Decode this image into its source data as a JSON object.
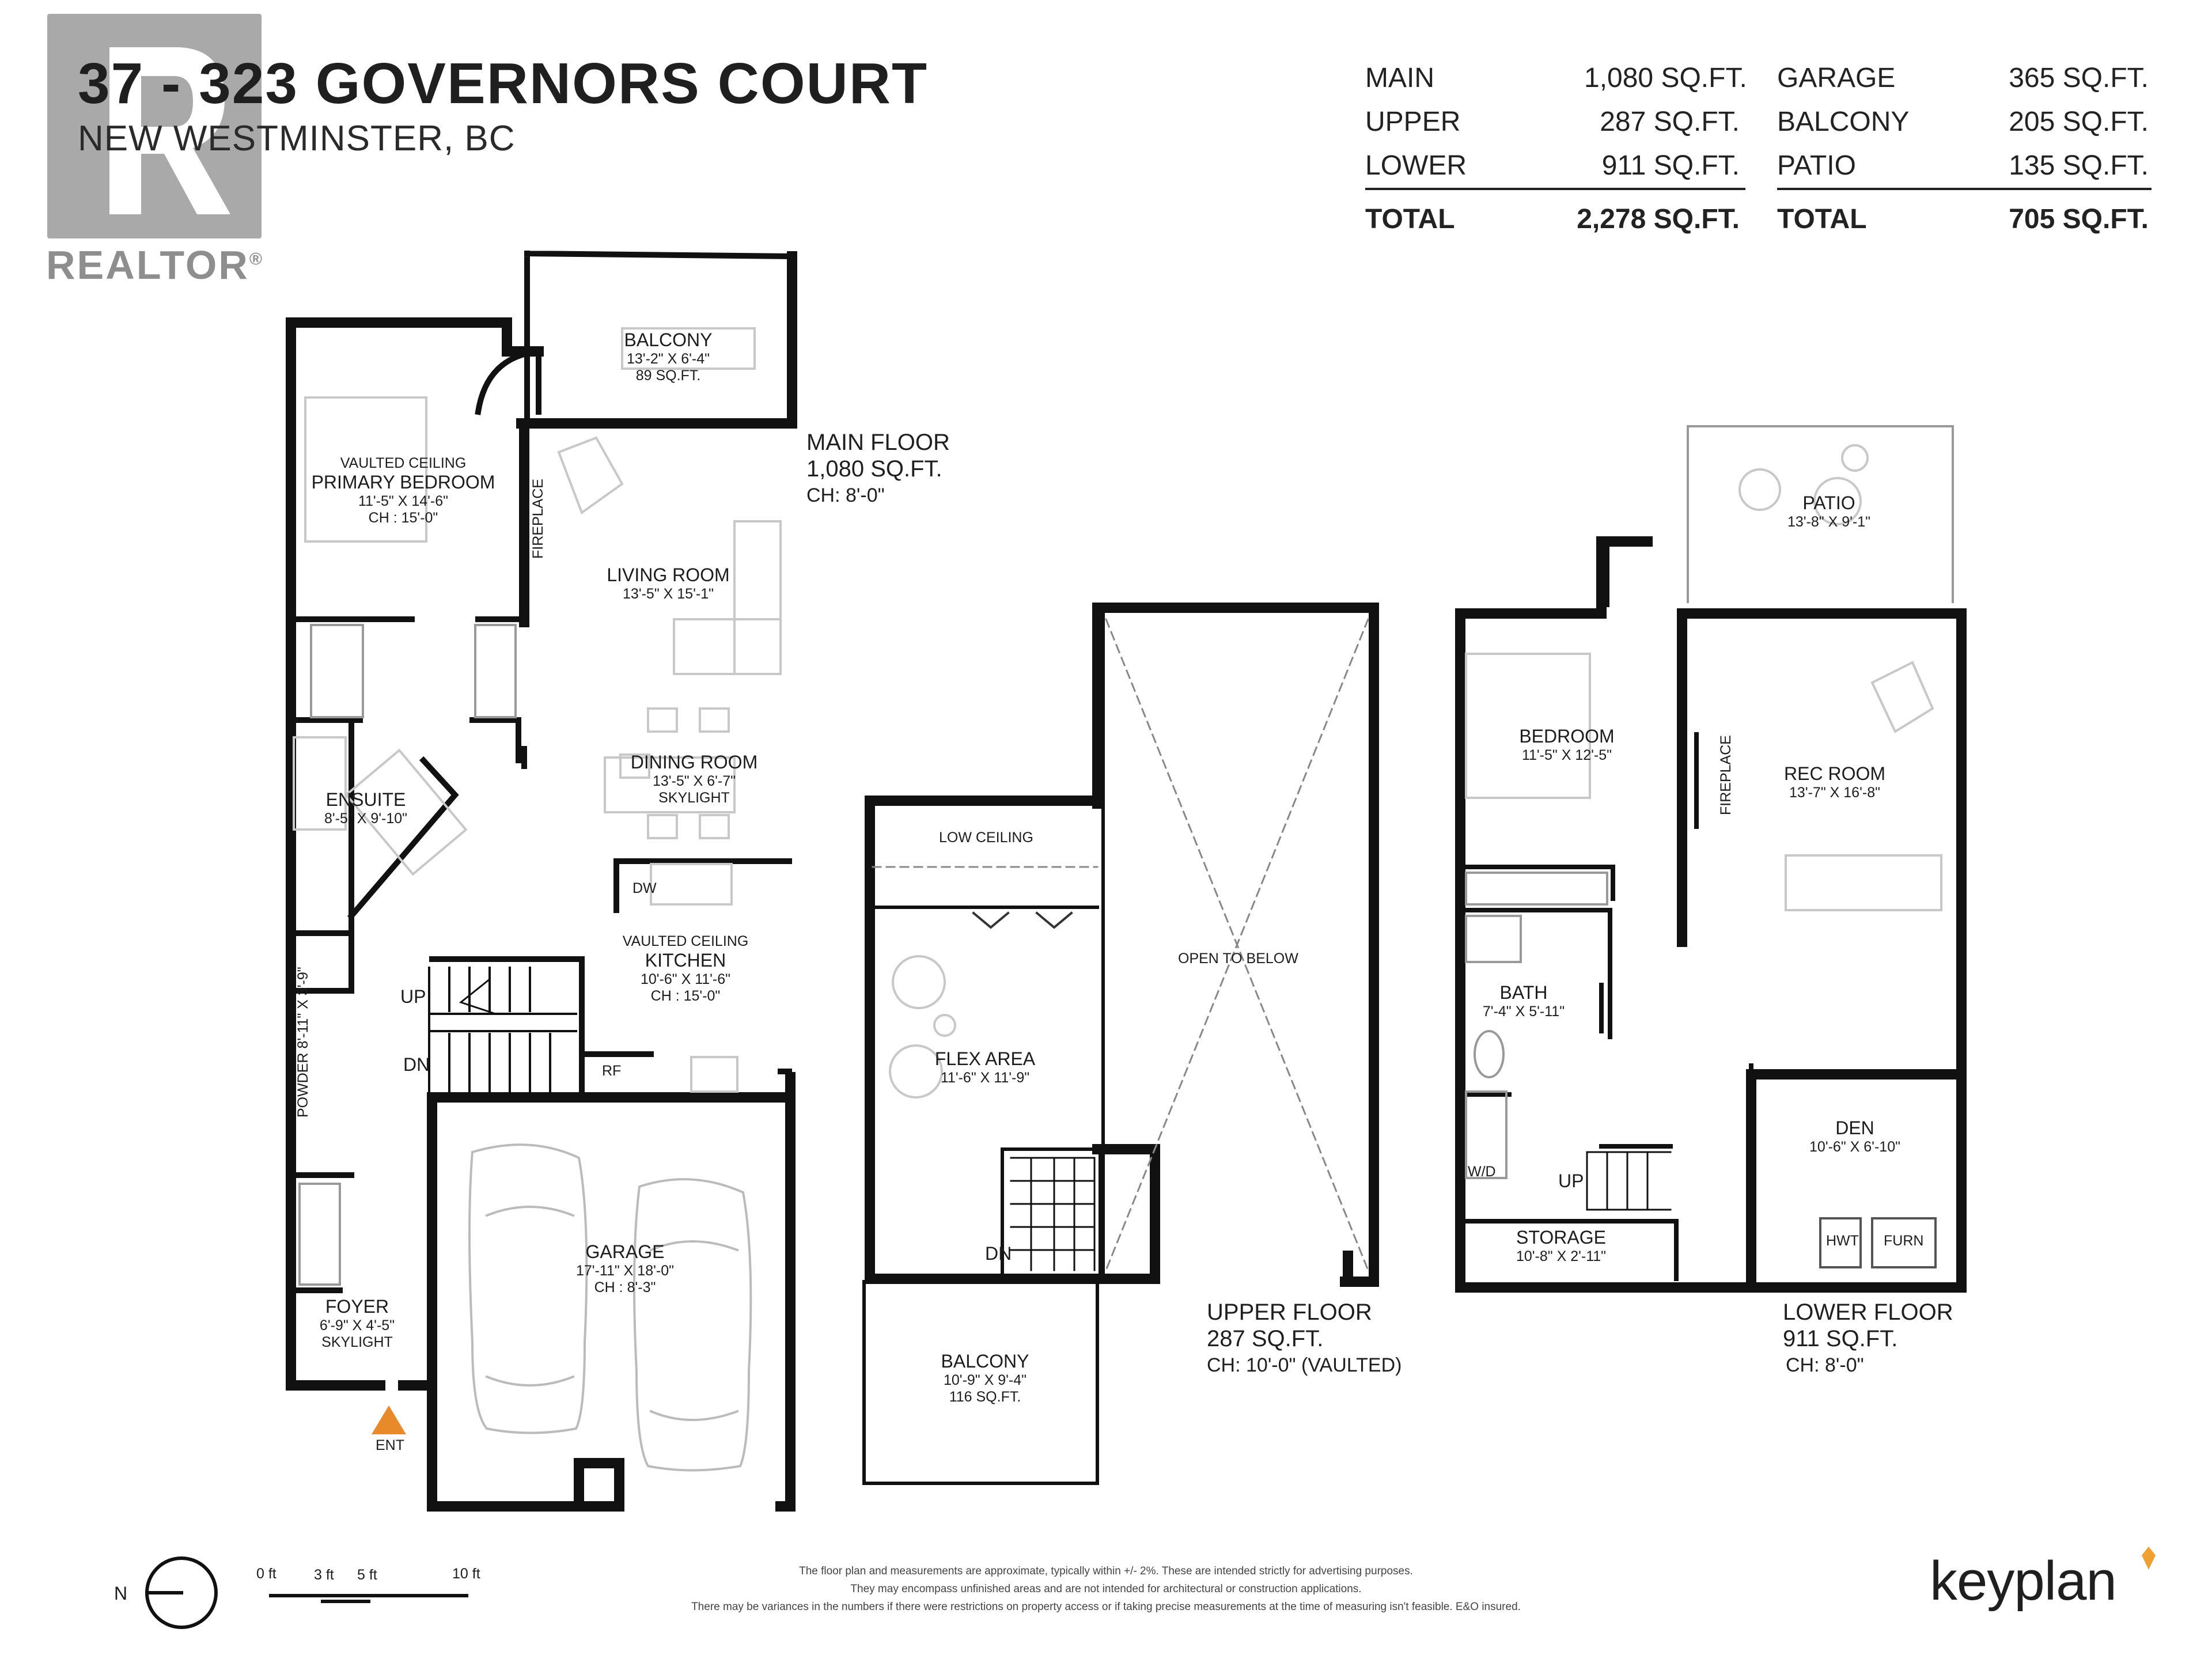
{
  "header": {
    "title": "37 - 323 GOVERNORS COURT",
    "subtitle": "NEW WESTMINSTER, BC",
    "logo_text": "REALTOR",
    "logo_mark": "®"
  },
  "areas": {
    "left": [
      {
        "label": "MAIN",
        "value": "1,080 SQ.FT."
      },
      {
        "label": "UPPER",
        "value": "287 SQ.FT."
      },
      {
        "label": "LOWER",
        "value": "911 SQ.FT."
      }
    ],
    "left_total": {
      "label": "TOTAL",
      "value": "2,278 SQ.FT."
    },
    "right": [
      {
        "label": "GARAGE",
        "value": "365 SQ.FT."
      },
      {
        "label": "BALCONY",
        "value": "205 SQ.FT."
      },
      {
        "label": "PATIO",
        "value": "135 SQ.FT."
      }
    ],
    "right_total": {
      "label": "TOTAL",
      "value": "705 SQ.FT."
    }
  },
  "floors": {
    "main": {
      "name": "MAIN FLOOR",
      "area": "1,080 SQ.FT.",
      "ch": "CH: 8'-0\""
    },
    "upper": {
      "name": "UPPER FLOOR",
      "area": "287 SQ.FT.",
      "ch": "CH: 10'-0\" (VAULTED)"
    },
    "lower": {
      "name": "LOWER FLOOR",
      "area": "911 SQ.FT.",
      "ch": "CH: 8'-0\""
    }
  },
  "rooms": {
    "balcony_main": {
      "name": "BALCONY",
      "dims": "13'-2\" X 6'-4\"",
      "area": "89 SQ.FT."
    },
    "primary_bedroom": {
      "note": "VAULTED CEILING",
      "name": "PRIMARY BEDROOM",
      "dims": "11'-5\" X 14'-6\"",
      "ch": "CH : 15'-0\""
    },
    "living_room": {
      "name": "LIVING ROOM",
      "dims": "13'-5\" X 15'-1\""
    },
    "fireplace_main": "FIREPLACE",
    "dining_room": {
      "name": "DINING ROOM",
      "dims": "13'-5\" X 6'-7\"",
      "note": "SKYLIGHT"
    },
    "ensuite": {
      "name": "ENSUITE",
      "dims": "8'-5\" X 9'-10\""
    },
    "kitchen": {
      "note": "VAULTED CEILING",
      "name": "KITCHEN",
      "dims": "10'-6\" X 11'-6\"",
      "ch": "CH : 15'-0\""
    },
    "dw": "DW",
    "rf": "RF",
    "up_main": "UP",
    "dn_main": "DN",
    "powder": {
      "name": "POWDER",
      "dims": "8'-11\" X 3'-9\""
    },
    "garage": {
      "name": "GARAGE",
      "dims": "17'-11\" X 18'-0\"",
      "ch": "CH : 8'-3\""
    },
    "foyer": {
      "name": "FOYER",
      "dims": "6'-9\" X 4'-5\"",
      "note": "SKYLIGHT"
    },
    "ent": "ENT",
    "low_ceiling": "LOW CEILING",
    "flex_area": {
      "name": "FLEX AREA",
      "dims": "11'-6\" X 11'-9\""
    },
    "open_to_below": "OPEN TO BELOW",
    "dn_upper": "DN",
    "balcony_upper": {
      "name": "BALCONY",
      "dims": "10'-9\" X 9'-4\"",
      "area": "116 SQ.FT."
    },
    "patio": {
      "name": "PATIO",
      "dims": "13'-8\" X 9'-1\""
    },
    "bedroom": {
      "name": "BEDROOM",
      "dims": "11'-5\" X 12'-5\""
    },
    "rec_room": {
      "name": "REC ROOM",
      "dims": "13'-7\" X 16'-8\""
    },
    "fireplace_lower": "FIREPLACE",
    "bath": {
      "name": "BATH",
      "dims": "7'-4\" X 5'-11\""
    },
    "wd": "W/D",
    "up_lower": "UP",
    "den": {
      "name": "DEN",
      "dims": "10'-6\" X 6'-10\""
    },
    "hwt": "HWT",
    "furn": "FURN",
    "storage": {
      "name": "STORAGE",
      "dims": "10'-8\" X 2'-11\""
    }
  },
  "legend": {
    "north": "N",
    "scale": [
      "0 ft",
      "3 ft",
      "5 ft",
      "10 ft"
    ]
  },
  "disclaimer": [
    "The floor plan and measurements are approximate, typically within +/- 2%. These are intended strictly for advertising purposes.",
    "They may encompass unfinished areas and are not intended for architectural or construction applications.",
    "There may be variances in the numbers if there were restrictions on property access or if taking precise measurements at the time of measuring isn't feasible. E&O insured."
  ],
  "brand": "keyplan",
  "colors": {
    "wall": "#111111",
    "entry_marker": "#e8892a",
    "brand_accent": "#f0a030",
    "logo_gray": "#8e8e8e"
  }
}
